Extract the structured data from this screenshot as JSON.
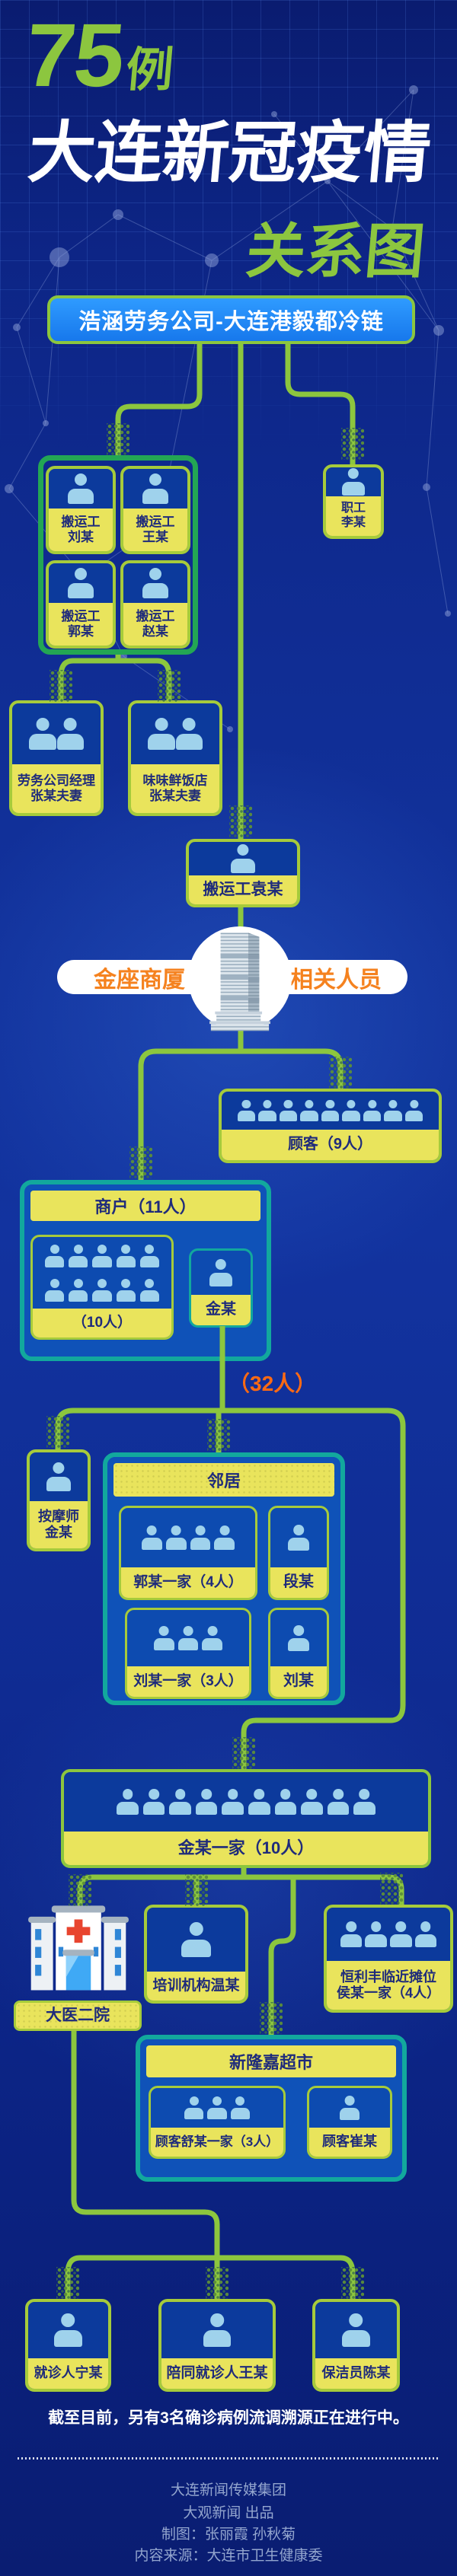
{
  "title": {
    "badge_num": "75",
    "badge_unit": "例",
    "main": "大连新冠疫情",
    "sub": "关系图"
  },
  "source": {
    "label": "浩涵劳务公司-大连港毅都冷链"
  },
  "workers": {
    "cards": [
      {
        "role": "搬运工",
        "name": "刘某"
      },
      {
        "role": "搬运工",
        "name": "王某"
      },
      {
        "role": "搬运工",
        "name": "郭某"
      },
      {
        "role": "搬运工",
        "name": "赵某"
      }
    ]
  },
  "staff": {
    "role": "职工",
    "name": "李某"
  },
  "couples": [
    {
      "line1": "劳务公司经理",
      "line2": "张某夫妻"
    },
    {
      "line1": "味味鲜饭店",
      "line2": "张某夫妻"
    }
  ],
  "porter": {
    "label": "搬运工袁某"
  },
  "mall": {
    "name": "金座商厦",
    "related": "相关人员"
  },
  "customers": {
    "label": "顾客（9人）",
    "count": 9
  },
  "merchants": {
    "header": "商户（11人）",
    "group_label": "（10人）",
    "group_count": 10,
    "single": "金某"
  },
  "branch": {
    "label": "（32人）"
  },
  "masseur": {
    "line1": "按摩师",
    "line2": "金某"
  },
  "neighbors": {
    "header": "邻居",
    "guo": {
      "label": "郭某一家（4人）",
      "count": 4
    },
    "duan": "段某",
    "liu_family": {
      "label": "刘某一家（3人）",
      "count": 3
    },
    "liu": "刘某"
  },
  "jin_family": {
    "label": "金某一家（10人）",
    "count": 10
  },
  "hospital": {
    "label": "大医二院"
  },
  "training": {
    "label": "培训机构温某"
  },
  "stall": {
    "line1": "恒利丰临近摊位",
    "line2": "侯某一家（4人）",
    "count": 4
  },
  "supermarket": {
    "header": "新隆嘉超市",
    "shu": {
      "label": "顾客舒某一家（3人）",
      "count": 3
    },
    "cui": "顾客崔某"
  },
  "patients": [
    {
      "label": "就诊人宁某"
    },
    {
      "label": "陪同就诊人王某"
    },
    {
      "label": "保洁员陈某"
    }
  ],
  "note": "截至目前，另有3名确诊病例流调溯源正在进行中。",
  "footer": [
    "大连新闻传媒集团",
    "大观新闻 出品",
    "制图：张丽霞 孙秋菊",
    "内容来源：大连市卫生健康委"
  ],
  "colors": {
    "background": "#0D2586",
    "line_green": "#8CC63E",
    "accent_green": "#8CC63F",
    "teal_border": "#12A89D",
    "group_green": "#23A654",
    "card_border": "#A6CB3B",
    "label_yellow": "#E9E45C",
    "label_text": "#1F2B7B",
    "person_blue": "#9FD2EC",
    "header_blue": "#1D86F5",
    "orange": "#F5821F",
    "count_orange": "#FF6A13",
    "white": "#FFFFFF"
  }
}
